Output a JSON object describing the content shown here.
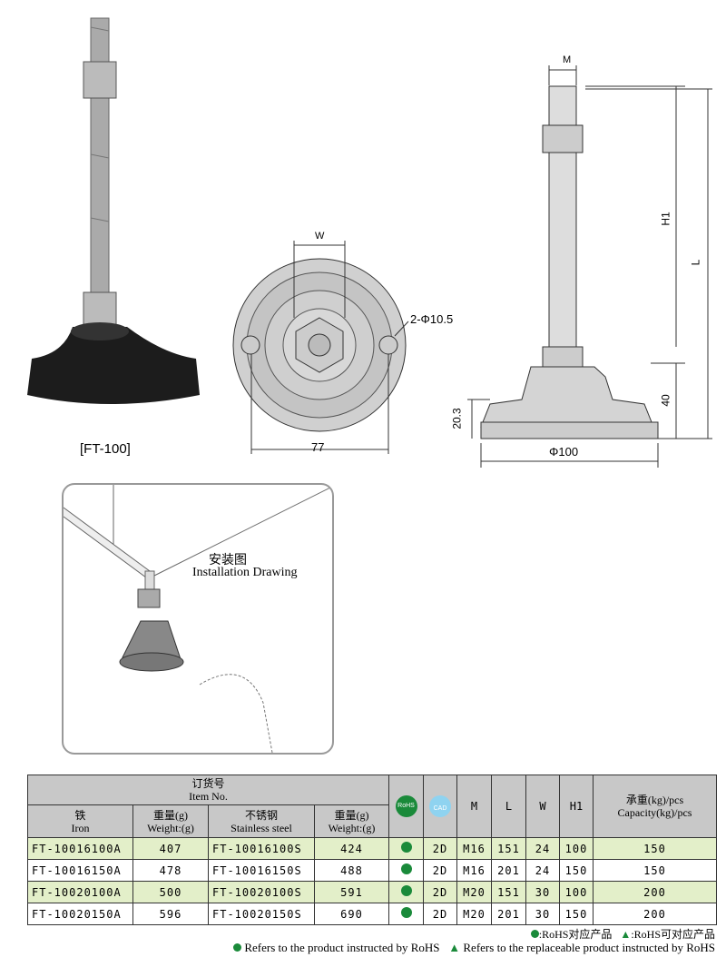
{
  "product_label": "[FT-100]",
  "dimensions": {
    "M": "M",
    "W": "W",
    "holes": "2-Φ10.5",
    "width_77": "77",
    "H1": "H1",
    "L": "L",
    "h40": "40",
    "h20_3": "20.3",
    "dia": "Φ100"
  },
  "installation": {
    "title_cn": "安装图",
    "title_en": "Installation Drawing"
  },
  "table": {
    "item_no_cn": "订货号",
    "item_no_en": "Item No.",
    "iron_cn": "铁",
    "iron_en": "Iron",
    "weight_cn": "重量(g)",
    "weight_en": "Weight:(g)",
    "ss_cn": "不锈钢",
    "ss_en": "Stainless steel",
    "rohs_icon": "RoHS",
    "cad_icon": "CAD",
    "col_M": "M",
    "col_L": "L",
    "col_W": "W",
    "col_H1": "H1",
    "cap_cn": "承重(kg)/pcs",
    "cap_en": "Capacity(kg)/pcs",
    "rows": [
      {
        "iron": "FT-10016100A",
        "iw": "407",
        "ss": "FT-10016100S",
        "sw": "424",
        "cad": "2D",
        "M": "M16",
        "L": "151",
        "W": "24",
        "H1": "100",
        "cap": "150"
      },
      {
        "iron": "FT-10016150A",
        "iw": "478",
        "ss": "FT-10016150S",
        "sw": "488",
        "cad": "2D",
        "M": "M16",
        "L": "201",
        "W": "24",
        "H1": "150",
        "cap": "150"
      },
      {
        "iron": "FT-10020100A",
        "iw": "500",
        "ss": "FT-10020100S",
        "sw": "591",
        "cad": "2D",
        "M": "M20",
        "L": "151",
        "W": "30",
        "H1": "100",
        "cap": "200"
      },
      {
        "iron": "FT-10020150A",
        "iw": "596",
        "ss": "FT-10020150S",
        "sw": "690",
        "cad": "2D",
        "M": "M20",
        "L": "201",
        "W": "30",
        "H1": "150",
        "cap": "200"
      }
    ]
  },
  "legend": {
    "cn_circle": ":RoHS对应产品",
    "cn_triangle": ":RoHS可对应产品",
    "en_circle": "Refers to the product instructed by RoHS",
    "en_triangle": "Refers to the replaceable product instructed by RoHS"
  },
  "colors": {
    "green": "#1a8a3a",
    "row_highlight": "#e3efc9",
    "header": "#c8c8c8"
  }
}
